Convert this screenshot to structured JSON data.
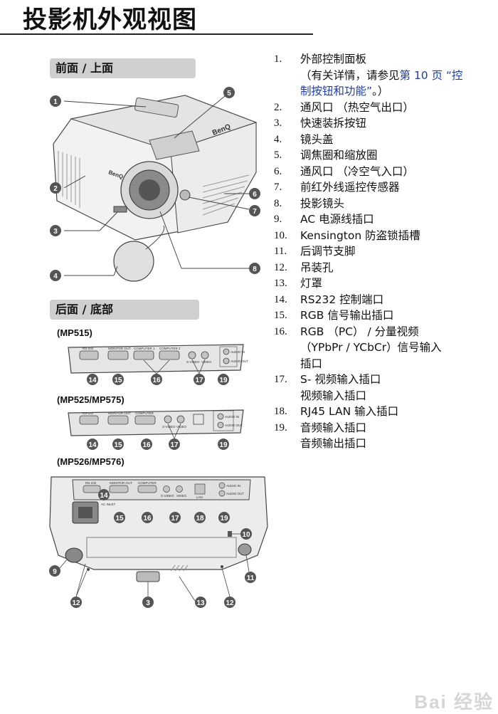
{
  "page": {
    "title": "投影机外观视图"
  },
  "sections": {
    "front_top": "前面 / 上面",
    "rear_bottom": "后面 / 底部"
  },
  "models": [
    "(MP515)",
    "(MP525/MP575)",
    "(MP526/MP576)"
  ],
  "brand": "BenQ",
  "port_labels": {
    "rs232": "RS-232",
    "monitor_out": "MONITOR OUT",
    "computer1": "COMPUTER 1",
    "computer2": "COMPUTER 2",
    "computer": "COMPUTER",
    "s_video": "S-VIDEO",
    "video": "VIDEO",
    "lan": "LAN",
    "audio_in": "AUDIO IN",
    "audio_out": "AUDIO OUT",
    "ac_inlet": "AC INLET"
  },
  "legend": [
    {
      "num": "1.",
      "lines": [
        "外部控制面板"
      ],
      "extra": {
        "pre": "（有关详情，请参见",
        "link1": "第 10 页 “控",
        "link2": "制按钮和功能”",
        "post": "。）"
      }
    },
    {
      "num": "2.",
      "lines": [
        "通风口 （热空气出口）"
      ]
    },
    {
      "num": "3.",
      "lines": [
        "快速装拆按钮"
      ]
    },
    {
      "num": "4.",
      "lines": [
        "镜头盖"
      ]
    },
    {
      "num": "5.",
      "lines": [
        "调焦圈和缩放圈"
      ]
    },
    {
      "num": "6.",
      "lines": [
        "通风口 （冷空气入口）"
      ]
    },
    {
      "num": "7.",
      "lines": [
        "前红外线遥控传感器"
      ]
    },
    {
      "num": "8.",
      "lines": [
        "投影镜头"
      ]
    },
    {
      "num": "9.",
      "lines": [
        "AC 电源线插口"
      ]
    },
    {
      "num": "10.",
      "lines": [
        "Kensington 防盗锁插槽"
      ]
    },
    {
      "num": "11.",
      "lines": [
        "后调节支脚"
      ]
    },
    {
      "num": "12.",
      "lines": [
        "吊装孔"
      ]
    },
    {
      "num": "13.",
      "lines": [
        "灯罩"
      ]
    },
    {
      "num": "14.",
      "lines": [
        "RS232 控制端口"
      ]
    },
    {
      "num": "15.",
      "lines": [
        "RGB 信号输出插口"
      ]
    },
    {
      "num": "16.",
      "lines": [
        "RGB （PC） / 分量视频",
        "（YPbPr / YCbCr）信号输入",
        "插口"
      ]
    },
    {
      "num": "17.",
      "lines": [
        "S- 视频输入插口",
        "视频输入插口"
      ]
    },
    {
      "num": "18.",
      "lines": [
        "RJ45 LAN 输入插口"
      ]
    },
    {
      "num": "19.",
      "lines": [
        "音频输入插口",
        "音频输出插口"
      ]
    }
  ],
  "callouts": {
    "c1": "1",
    "c2": "2",
    "c3": "3",
    "c4": "4",
    "c5": "5",
    "c6": "6",
    "c7": "7",
    "c8": "8",
    "c9": "9",
    "c10": "10",
    "c11": "11",
    "c12": "12",
    "c13": "13",
    "c14": "14",
    "c15": "15",
    "c16": "16",
    "c17": "17",
    "c18": "18",
    "c19": "19"
  },
  "watermark": "Bai 经验"
}
